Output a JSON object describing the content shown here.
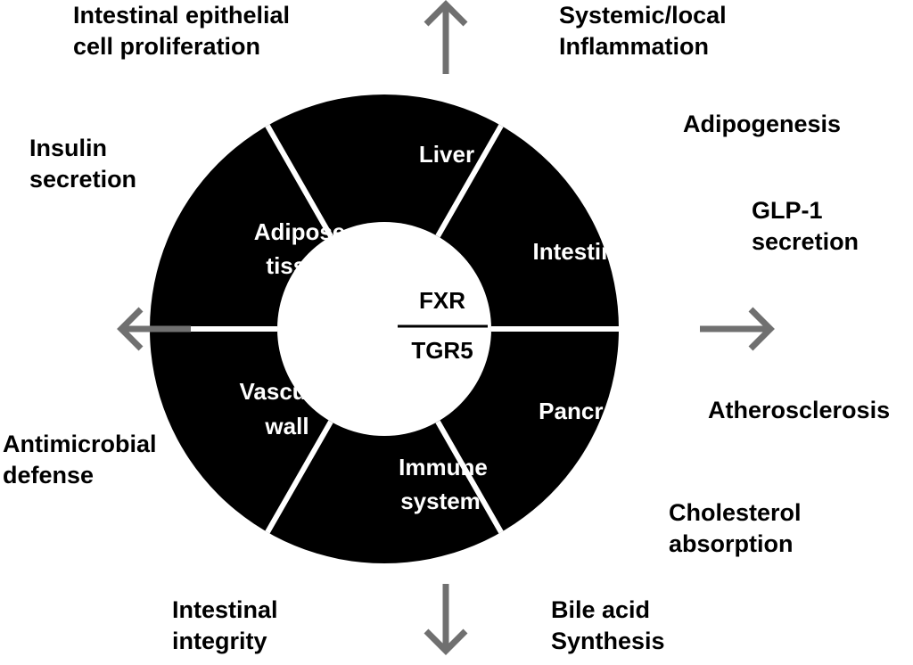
{
  "center": {
    "top": "FXR",
    "bottom": "TGR5"
  },
  "segments": [
    {
      "lines": [
        "Liver"
      ]
    },
    {
      "lines": [
        "Intestine"
      ]
    },
    {
      "lines": [
        "Pancreas"
      ]
    },
    {
      "lines": [
        "Immune",
        "system"
      ]
    },
    {
      "lines": [
        "Vascular",
        "wall"
      ]
    },
    {
      "lines": [
        "Adipose",
        "tissue"
      ]
    }
  ],
  "effects": {
    "intestinal_epithelial": [
      "Intestinal epithelial",
      "cell proliferation"
    ],
    "systemic_inflammation": [
      "Systemic/local",
      "Inflammation"
    ],
    "adipogenesis": [
      "Adipogenesis"
    ],
    "insulin_secretion": [
      "Insulin",
      "secretion"
    ],
    "glp1_secretion": [
      "GLP-1",
      "secretion"
    ],
    "atherosclerosis": [
      "Atherosclerosis"
    ],
    "antimicrobial_defense": [
      "Antimicrobial",
      "defense"
    ],
    "cholesterol_absorption": [
      "Cholesterol",
      "absorption"
    ],
    "intestinal_integrity": [
      "Intestinal",
      "integrity"
    ],
    "bile_acid_synthesis": [
      "Bile acid",
      "Synthesis"
    ]
  },
  "colors": {
    "ring": "#000000",
    "arrow": "#707070",
    "divider": "#ffffff"
  }
}
